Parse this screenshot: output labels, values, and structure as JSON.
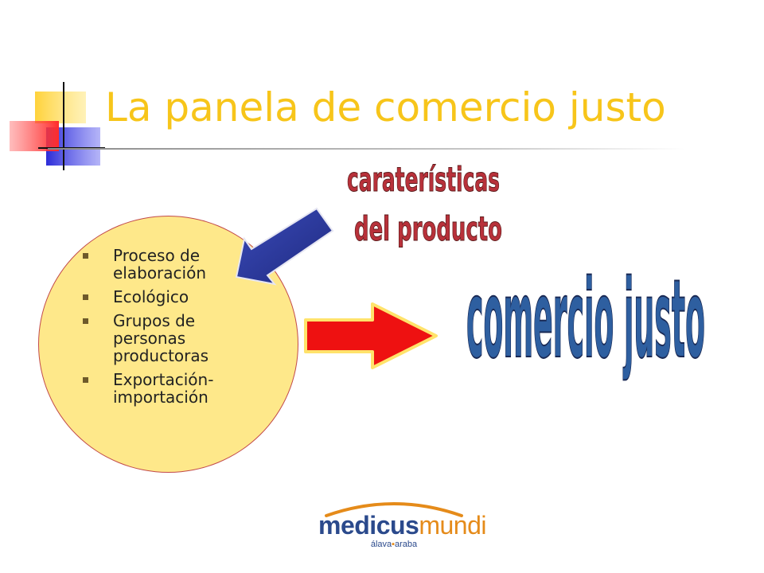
{
  "title": "La panela de comercio justo",
  "bullets": [
    {
      "text": "Proceso de elaboración"
    },
    {
      "text": "Ecológico"
    },
    {
      "text": "Grupos de personas productoras"
    },
    {
      "text": "Exportación-importación"
    }
  ],
  "wordart": {
    "line1": "caraterísticas",
    "line2": "del producto",
    "big": "comercio justo"
  },
  "logo": {
    "part1": "medicus",
    "part2": "mundi",
    "sub_left": "álava",
    "sub_sep": "▪",
    "sub_right": "araba"
  },
  "colors": {
    "title": "#f7c51a",
    "circle_fill": "#fee88a",
    "circle_border": "#c24a4a",
    "blue_arrow": "#2a3a9c",
    "red_arrow": "#ee1111",
    "wordart_red": "#b8313a",
    "wordart_blue": "#2e5fa0",
    "logo_blue": "#2b4a8c",
    "logo_orange": "#e58b1a"
  }
}
